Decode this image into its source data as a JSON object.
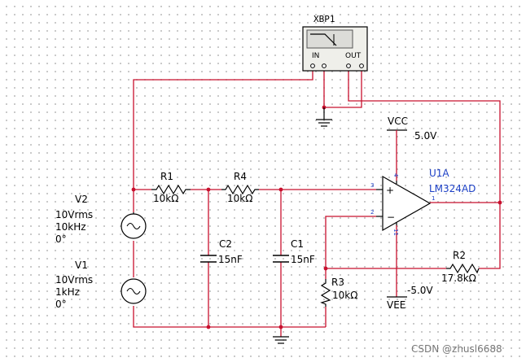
{
  "instrument": {
    "name": "XBP1",
    "in_label": "IN",
    "out_label": "OUT"
  },
  "supply": {
    "vcc_label": "VCC",
    "vcc_value": "5.0V",
    "vee_label": "VEE",
    "vee_value": "-5.0V"
  },
  "opamp": {
    "ref": "U1A",
    "model": "LM324AD",
    "pin_noninv": "3",
    "pin_inv": "2",
    "pin_out": "1",
    "pin_vcc": "4",
    "pin_vee": "11"
  },
  "components": {
    "r1": {
      "ref": "R1",
      "value": "10kΩ"
    },
    "r4": {
      "ref": "R4",
      "value": "10kΩ"
    },
    "c2": {
      "ref": "C2",
      "value": "15nF"
    },
    "c1": {
      "ref": "C1",
      "value": "15nF"
    },
    "r2": {
      "ref": "R2",
      "value": "17.8kΩ"
    },
    "r3": {
      "ref": "R3",
      "value": "10kΩ"
    },
    "v2": {
      "ref": "V2",
      "amplitude": "10Vrms",
      "frequency": "10kHz",
      "phase": "0°"
    },
    "v1": {
      "ref": "V1",
      "amplitude": "10Vrms",
      "frequency": "1kHz",
      "phase": "0°"
    }
  },
  "watermark": "CSDN @zhusl6688"
}
